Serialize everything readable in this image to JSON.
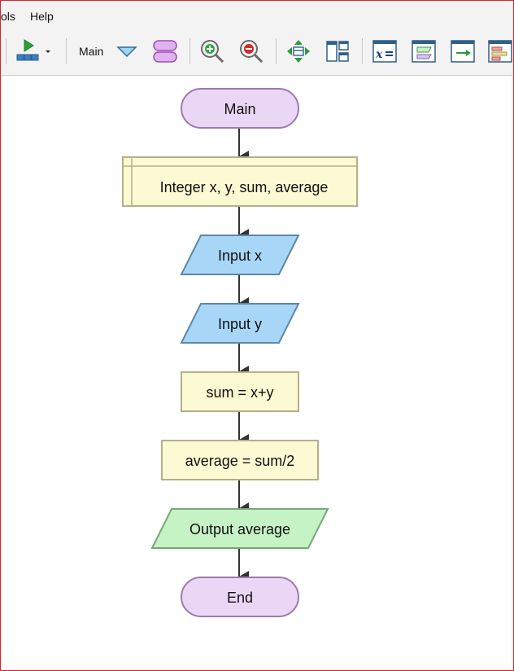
{
  "menu": {
    "items": [
      "ols",
      "Help"
    ]
  },
  "toolbar": {
    "function_label": "Main",
    "icons": [
      "run-icon",
      "dropdown-arrow-icon",
      "function-selector-icon",
      "add-function-icon",
      "zoom-in-icon",
      "zoom-out-icon",
      "fit-view-icon",
      "layout-icon",
      "variables-icon",
      "input-shape-icon",
      "output-shape-icon",
      "chart-shape-icon"
    ]
  },
  "colors": {
    "terminal_fill": "#ead7f5",
    "terminal_stroke": "#9c7aae",
    "declare_fill": "#fbfad2",
    "declare_stroke": "#b3b08a",
    "input_fill": "#a7d6f7",
    "input_stroke": "#5b88a7",
    "output_fill": "#c6f3c6",
    "output_stroke": "#76a876",
    "arrow": "#333333"
  },
  "flowchart": {
    "nodes": [
      {
        "id": "start",
        "type": "terminal",
        "text": "Main"
      },
      {
        "id": "declare",
        "type": "declare",
        "text": "Integer x, y, sum, average"
      },
      {
        "id": "input-x",
        "type": "input",
        "text": "Input x"
      },
      {
        "id": "input-y",
        "type": "input",
        "text": "Input y"
      },
      {
        "id": "assign-sum",
        "type": "assign",
        "text": "sum = x+y"
      },
      {
        "id": "assign-average",
        "type": "assign",
        "text": "average = sum/2"
      },
      {
        "id": "output-average",
        "type": "output",
        "text": "Output average"
      },
      {
        "id": "end",
        "type": "terminal",
        "text": "End"
      }
    ]
  }
}
